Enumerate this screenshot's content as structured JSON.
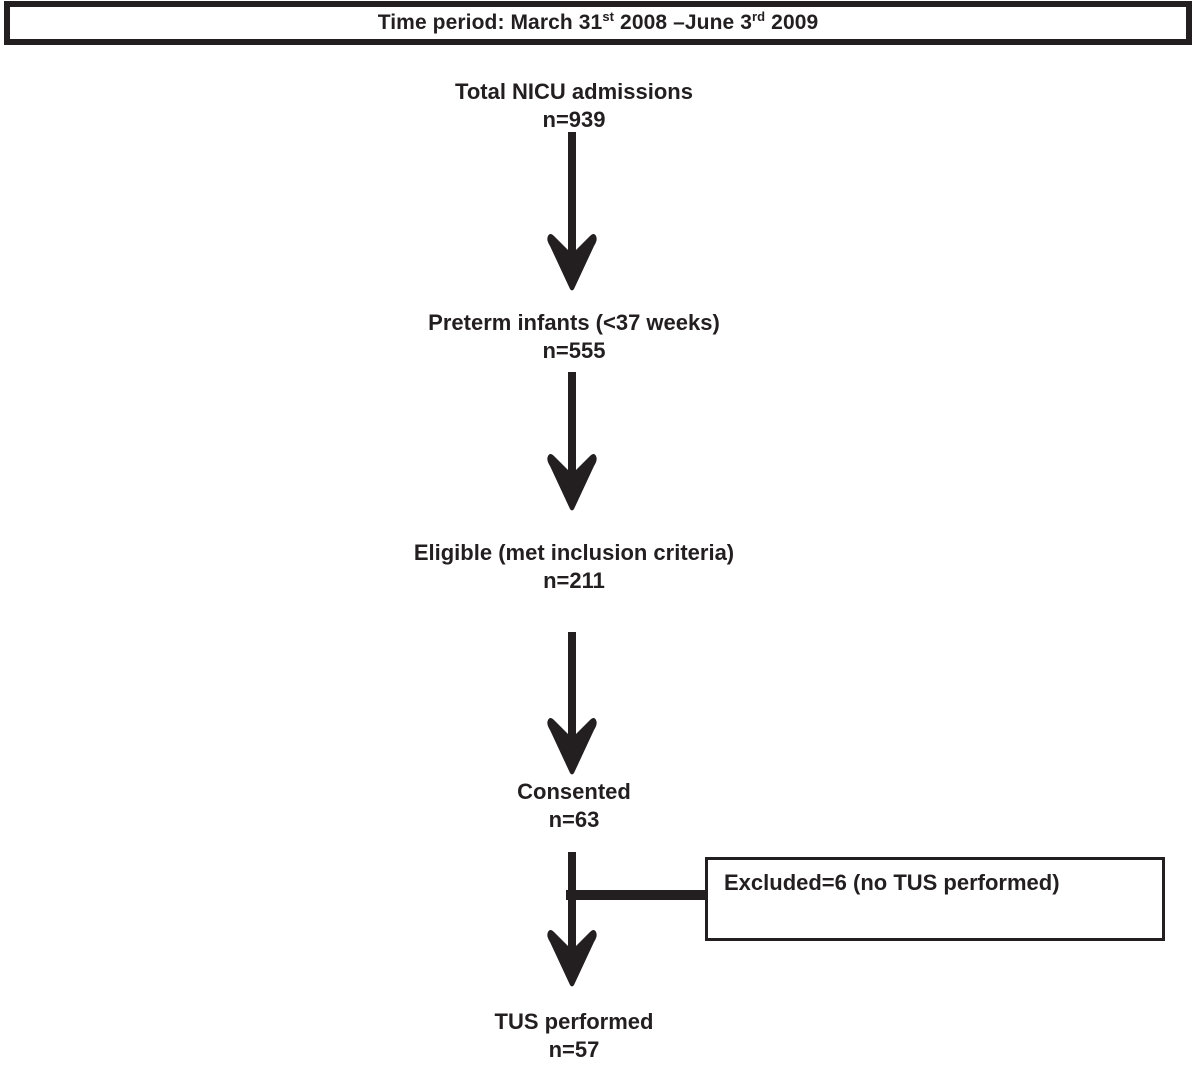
{
  "header": {
    "prefix": "Time period: March 31",
    "sup1": "st",
    "middle": " 2008 –June 3",
    "sup2": "rd",
    "suffix": " 2009",
    "full_text": "Time period: March 31st 2008 –June 3rd 2009"
  },
  "flow": {
    "nodes": [
      {
        "id": "admissions",
        "label": "Total NICU admissions",
        "count": "n=939"
      },
      {
        "id": "preterm",
        "label": "Preterm infants (<37 weeks)",
        "count": "n=555"
      },
      {
        "id": "eligible",
        "label": "Eligible (met inclusion criteria)",
        "count": "n=211"
      },
      {
        "id": "consented",
        "label": "Consented",
        "count": "n=63"
      },
      {
        "id": "tus",
        "label": "TUS performed",
        "count": "n=57"
      }
    ],
    "exclusion": {
      "label": "Excluded=6 (no TUS performed)"
    },
    "arrows": [
      {
        "id": "arrow-1",
        "from": "admissions",
        "to": "preterm",
        "direction": "down"
      },
      {
        "id": "arrow-2",
        "from": "preterm",
        "to": "eligible",
        "direction": "down"
      },
      {
        "id": "arrow-3",
        "from": "eligible",
        "to": "consented",
        "direction": "down"
      },
      {
        "id": "arrow-4",
        "from": "consented",
        "to": "tus",
        "direction": "down"
      }
    ],
    "branch": {
      "from": "consented",
      "to": "exclusion",
      "direction": "right"
    }
  },
  "colors": {
    "ink": "#231f20",
    "background": "#ffffff",
    "border": "#231f20"
  }
}
